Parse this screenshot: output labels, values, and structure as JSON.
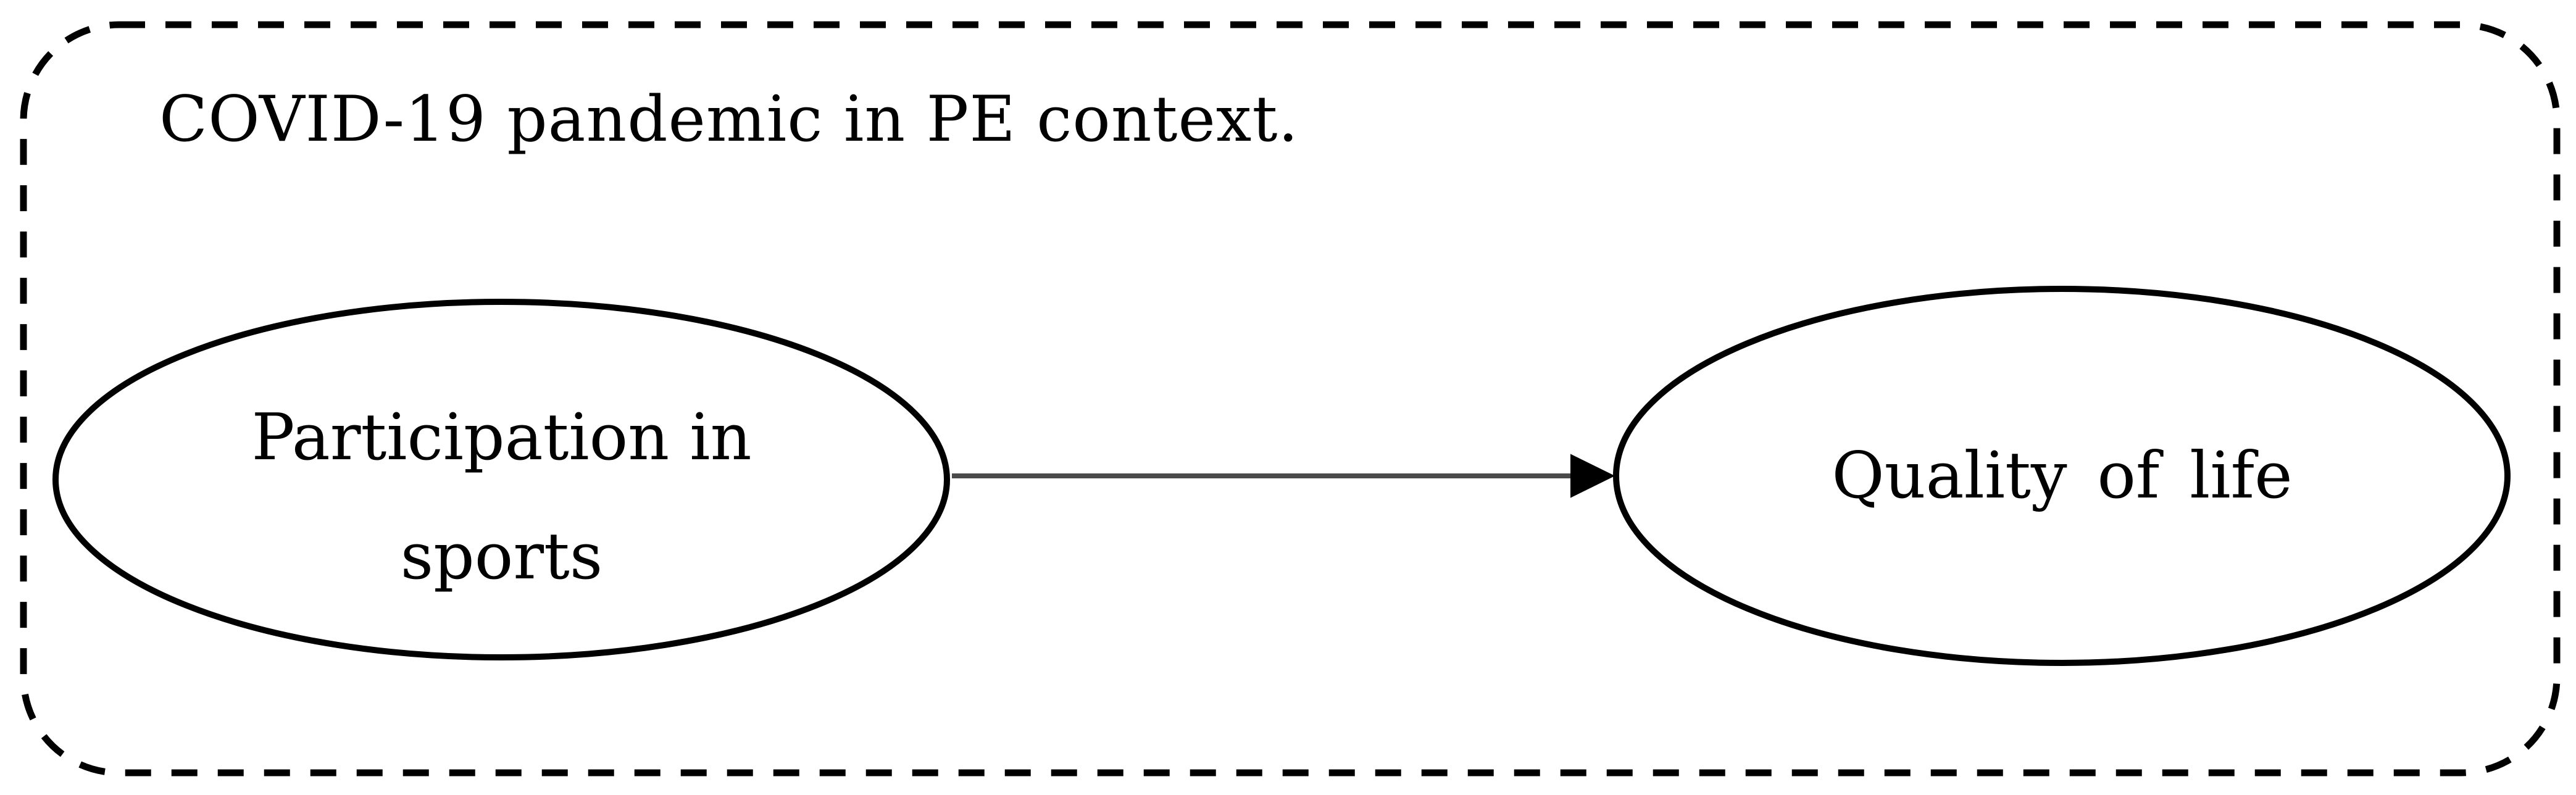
{
  "figure": {
    "context_label": "COVID-19 pandemic in PE context.",
    "nodes": [
      {
        "id": "participation-in-sports",
        "label": "Participation in sports",
        "lines": [
          "Participation in",
          "sports"
        ],
        "shape": "ellipse"
      },
      {
        "id": "quality-of-life",
        "label": "Quality of life",
        "lines": [
          "Quality of life"
        ],
        "shape": "ellipse"
      }
    ],
    "edges": [
      {
        "from": "participation-in-sports",
        "to": "quality-of-life",
        "style": "solid",
        "arrowhead": "filled-triangle",
        "direction": "left-to-right"
      }
    ],
    "boundary": {
      "style": "dashed",
      "shape": "rounded-rectangle"
    },
    "colors": {
      "background": "#ffffff",
      "shape_stroke": "#000000",
      "arrow_line": "#4a4a4a",
      "text": "#000000"
    }
  }
}
